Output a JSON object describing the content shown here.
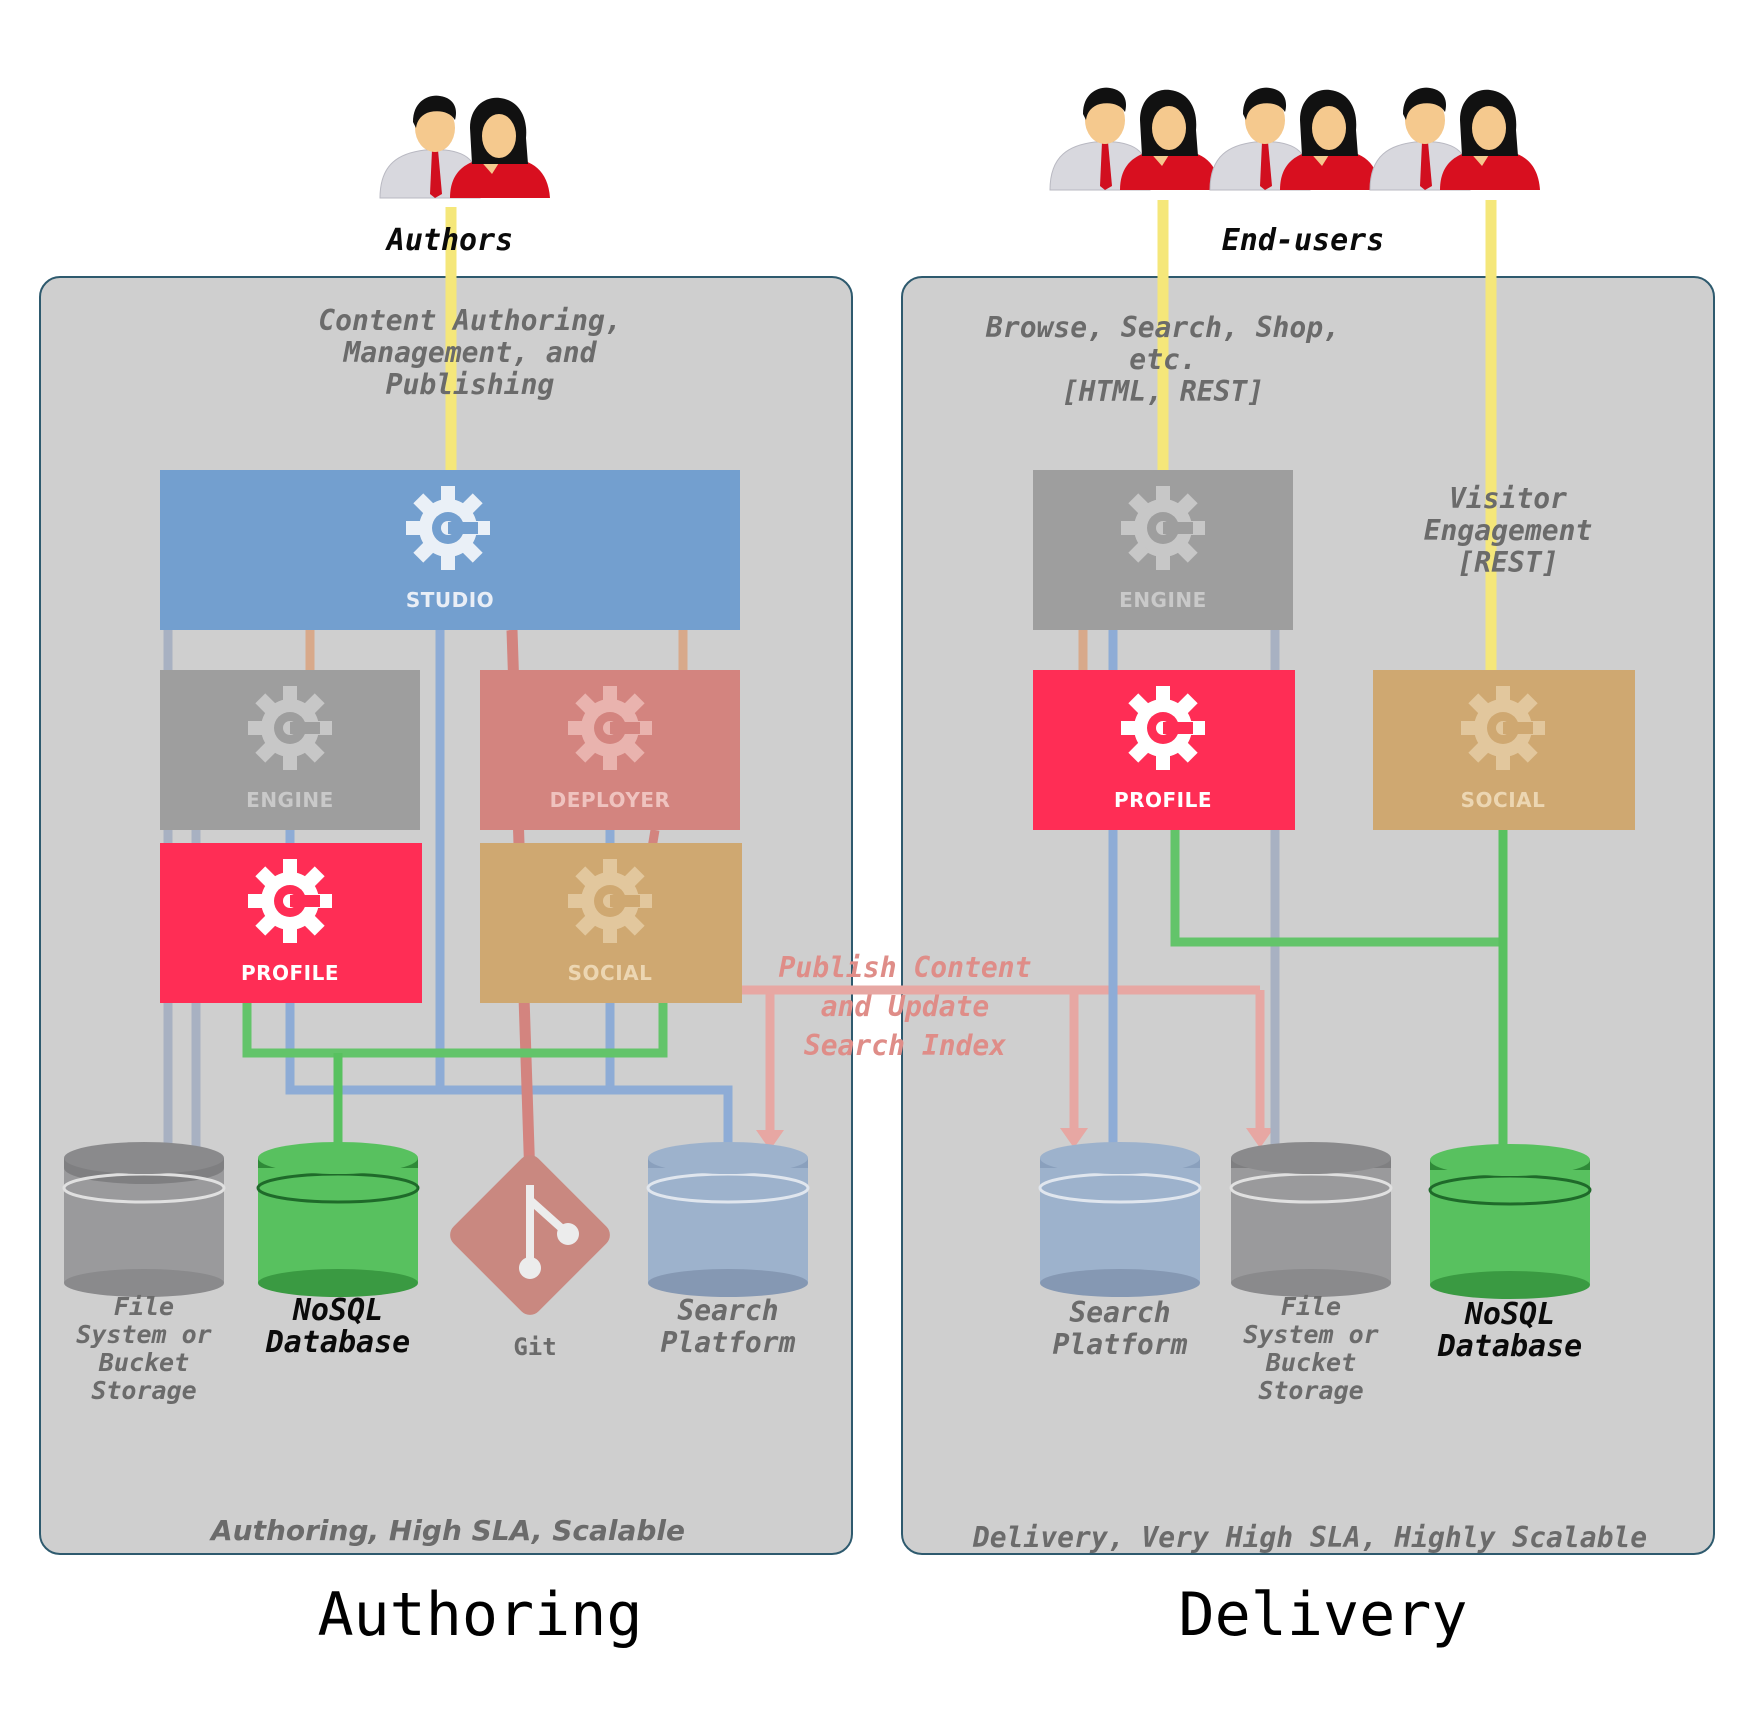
{
  "colors": {
    "studio": "#739fcf",
    "engine": "#9e9e9e",
    "deployer": "#d3847f",
    "profile": "#ff2d55",
    "social": "#cfa871",
    "nosql": "#58c15f",
    "search": "#9db2cc",
    "filesystem": "#9a9a9c",
    "git": "#c98880",
    "panel": "#cfcfcf",
    "user_link": "#f5e77a"
  },
  "authoring": {
    "users_label": "Authors",
    "users_caption": [
      "Content Authoring,",
      "Management, and",
      "Publishing"
    ],
    "modules": {
      "studio": "STUDIO",
      "engine": "ENGINE",
      "deployer": "DEPLOYER",
      "profile": "PROFILE",
      "social": "SOCIAL"
    },
    "stores": {
      "filesystem": [
        "File",
        "System or",
        "Bucket",
        "Storage"
      ],
      "nosql": [
        "NoSQL",
        "Database"
      ],
      "git": "Git",
      "search": [
        "Search",
        "Platform"
      ]
    },
    "sla": "Authoring, High SLA, Scalable",
    "title": "Authoring"
  },
  "publish": [
    "Publish Content",
    "and Update",
    "Search Index"
  ],
  "delivery": {
    "users_label": "End-users",
    "users_caption": [
      "Browse, Search, Shop,",
      "etc.",
      "[HTML, REST]"
    ],
    "visitor_caption": [
      "Visitor",
      "Engagement",
      "[REST]"
    ],
    "modules": {
      "engine": "ENGINE",
      "profile": "PROFILE",
      "social": "SOCIAL"
    },
    "stores": {
      "search": [
        "Search",
        "Platform"
      ],
      "filesystem": [
        "File",
        "System or",
        "Bucket",
        "Storage"
      ],
      "nosql": [
        "NoSQL",
        "Database"
      ]
    },
    "sla": "Delivery, Very High SLA, Highly Scalable",
    "title": "Delivery"
  }
}
